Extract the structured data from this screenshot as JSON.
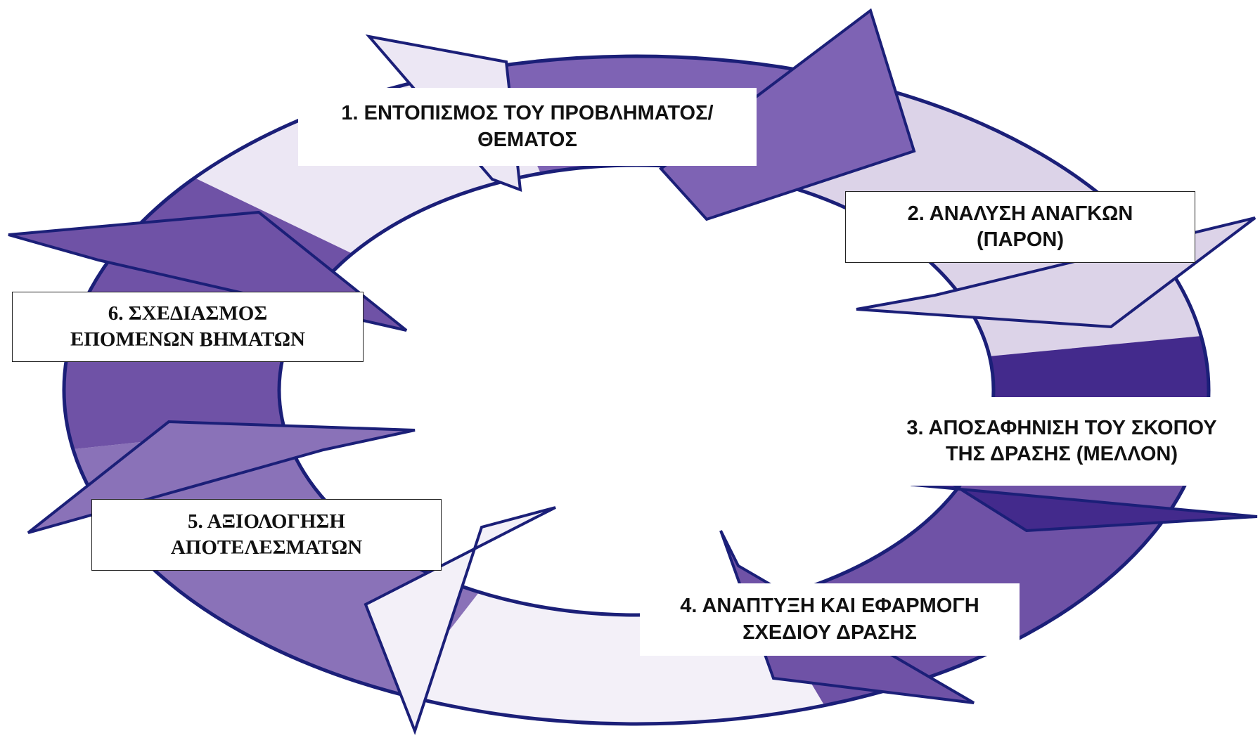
{
  "diagram": {
    "colors": {
      "dark_violet": "#6f52a6",
      "indigo": "#432a8c",
      "lavender": "#dcd3e8",
      "light_lavender": "#ece7f4",
      "outline": "#1b1f78"
    },
    "steps": [
      {
        "label": "1. ΕΝΤΟΠΙΣΜΟΣ ΤΟΥ ΠΡΟΒΛΗΜΑΤΟΣ/\nΘΕΜΑΤΟΣ"
      },
      {
        "label": "2. ΑΝΑΛΥΣΗ ΑΝΑΓΚΩΝ\n(ΠΑΡΟΝ)"
      },
      {
        "label": "3. ΑΠΟΣΑΦΗΝΙΣΗ ΤΟΥ ΣΚΟΠΟΥ\nΤΗΣ ΔΡΑΣΗΣ (ΜΕΛΛΟΝ)"
      },
      {
        "label": "4. ΑΝΑΠΤΥΞΗ ΚΑΙ ΕΦΑΡΜΟΓΗ\nΣΧΕΔΙΟΥ ΔΡΑΣΗΣ"
      },
      {
        "label": "5. ΑΞΙΟΛΟΓΗΣΗ\nΑΠΟΤΕΛΕΣΜΑΤΩΝ"
      },
      {
        "label": "6. ΣΧΕΔΙΑΣΜΟΣ\nΕΠΟΜΕΝΩΝ ΒΗΜΑΤΩΝ"
      }
    ]
  }
}
